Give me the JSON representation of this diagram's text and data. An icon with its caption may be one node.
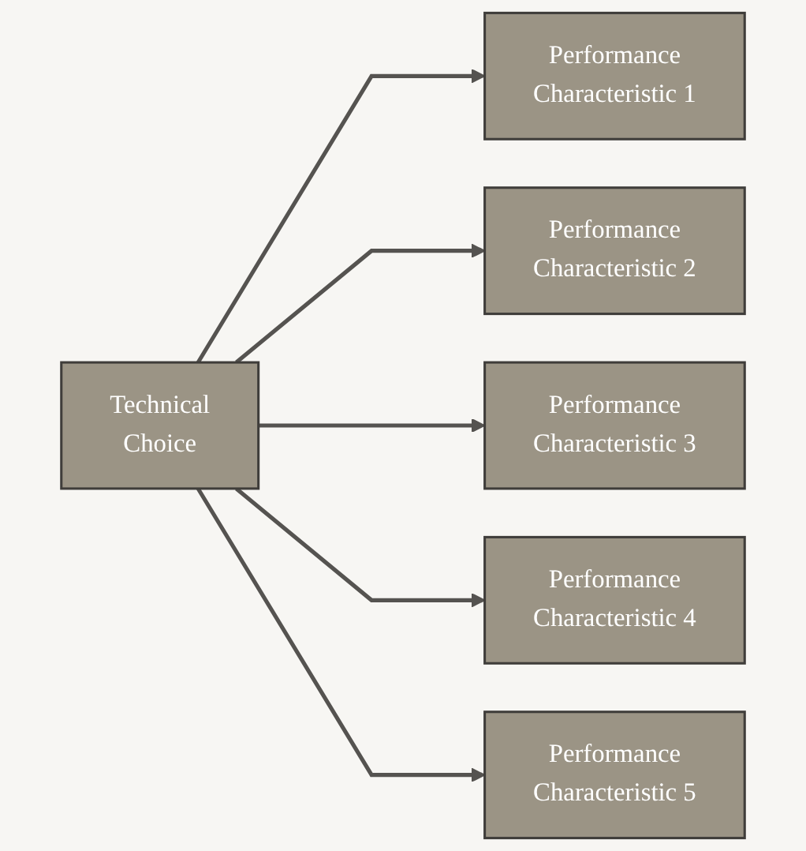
{
  "diagram": {
    "nodes": [
      {
        "text": [
          "Technical Choice"
        ]
      },
      {
        "text": [
          "Performance Characteristic 1"
        ]
      },
      {
        "text": [
          "Performance Characteristic 2"
        ]
      },
      {
        "text": [
          "Performance Characteristic 3"
        ]
      },
      {
        "text": [
          "Performance Characteristic 4"
        ]
      },
      {
        "text": [
          "Performance Characteristic 5"
        ]
      }
    ],
    "edges": [
      {
        "from": 0,
        "to": 1,
        "arrow": "to"
      },
      {
        "from": 0,
        "to": 2,
        "arrow": "to"
      },
      {
        "from": 0,
        "to": 3,
        "arrow": "to"
      },
      {
        "from": 0,
        "to": 4,
        "arrow": "to"
      },
      {
        "from": 0,
        "to": 5,
        "arrow": "to"
      }
    ]
  }
}
